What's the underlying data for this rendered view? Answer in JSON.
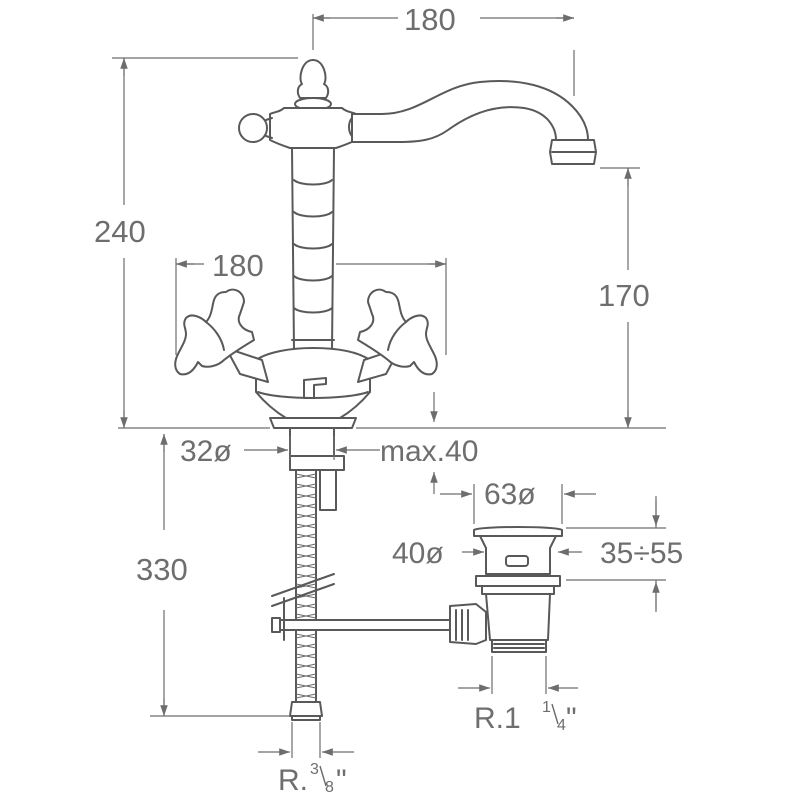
{
  "dimensions": {
    "spout_reach": "180",
    "total_height": "240",
    "handle_span": "180",
    "spout_height": "170",
    "hole_diameter": "32ø",
    "max_thickness": "max.40",
    "hose_length": "330",
    "drain_top_diameter": "63ø",
    "drain_body_diameter": "40ø",
    "drain_height_range": "35÷55",
    "drain_thread_prefix": "R.1",
    "drain_thread_fraction_num": "1",
    "drain_thread_fraction_den": "4",
    "drain_thread_suffix": "\"",
    "hose_thread_prefix": "R.",
    "hose_thread_fraction_num": "3",
    "hose_thread_fraction_den": "8",
    "hose_thread_suffix": "\""
  },
  "colors": {
    "line": "#595959",
    "text": "#6e6e6e",
    "background": "#ffffff"
  }
}
